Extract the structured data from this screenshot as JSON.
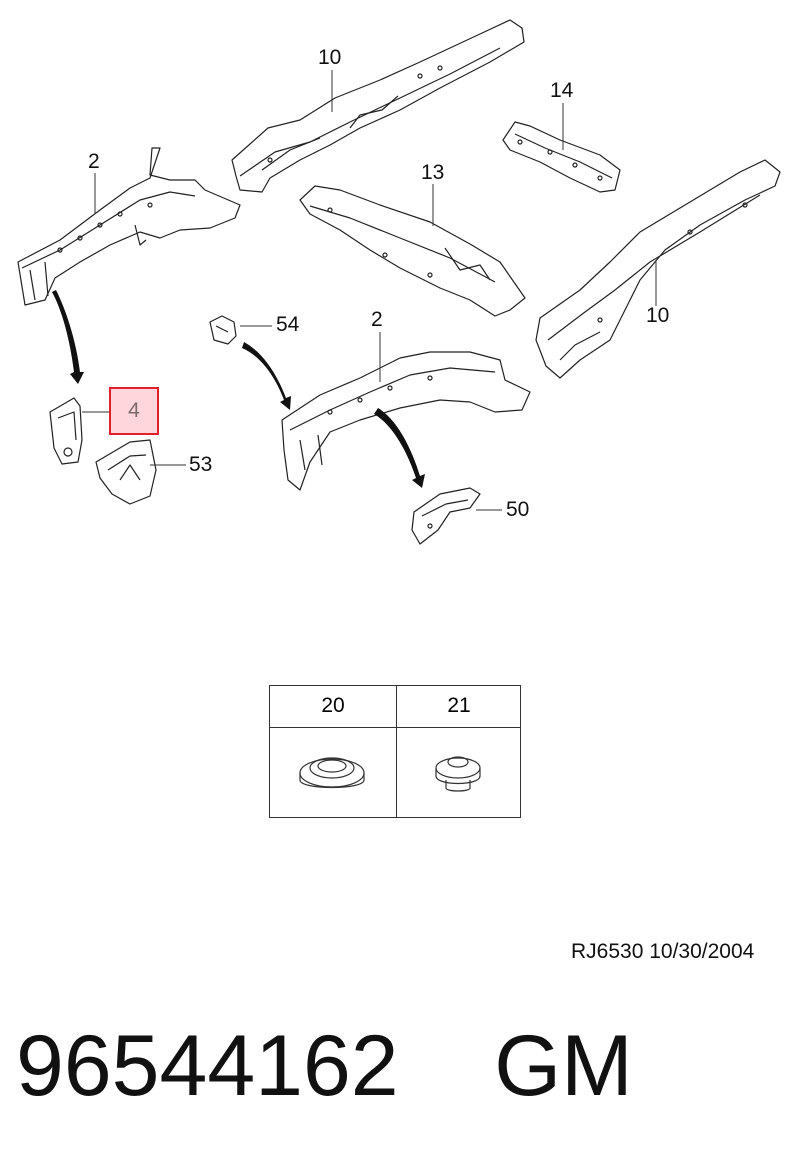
{
  "callouts": {
    "c10_top": "10",
    "c14": "14",
    "c2_left": "2",
    "c13": "13",
    "c10_right": "10",
    "c54": "54",
    "c2_mid": "2",
    "c4": "4",
    "c53": "53",
    "c50": "50"
  },
  "inset": {
    "left_label": "20",
    "right_label": "21"
  },
  "reference": "RJ6530  10/30/2004",
  "part_number": "96544162    GM",
  "colors": {
    "highlight_border": "#e0212b",
    "highlight_fill": "#ffd6dc",
    "line": "#222222",
    "arrow": "#111111"
  }
}
